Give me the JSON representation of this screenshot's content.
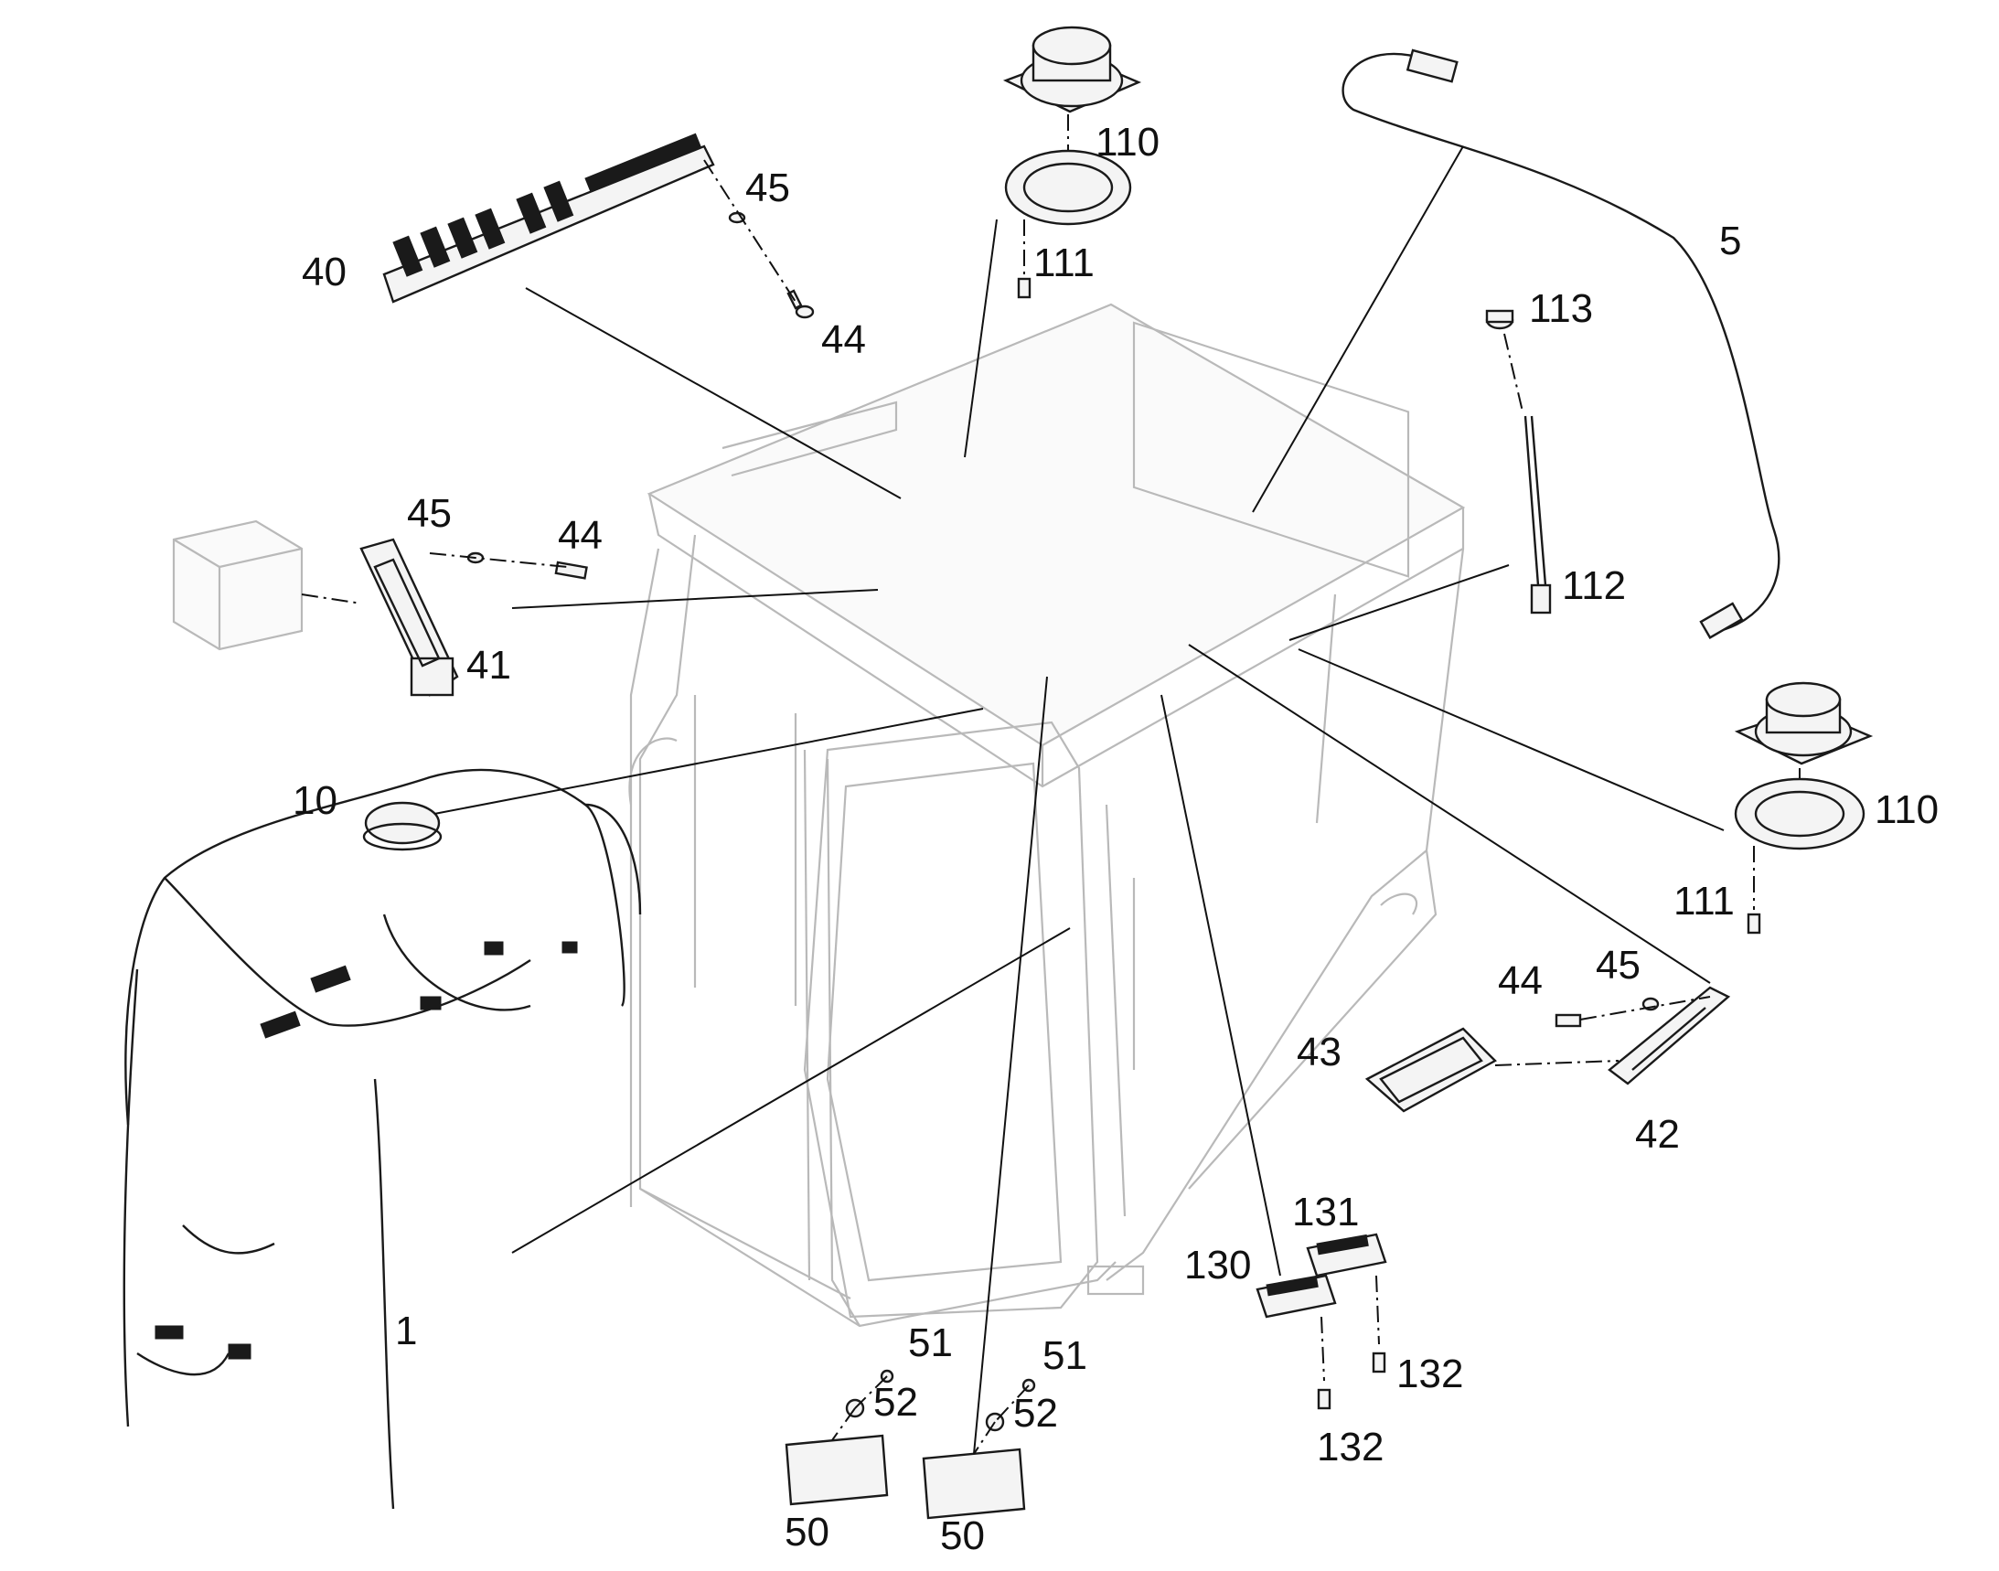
{
  "labels": {
    "l1": "1",
    "l5": "5",
    "l10": "10",
    "l40": "40",
    "l41": "41",
    "l42": "42",
    "l43": "43",
    "l44a": "44",
    "l44b": "44",
    "l44c": "44",
    "l45a": "45",
    "l45b": "45",
    "l45c": "45",
    "l50a": "50",
    "l50b": "50",
    "l51a": "51",
    "l51b": "51",
    "l52a": "52",
    "l52b": "52",
    "l110a": "110",
    "l110b": "110",
    "l111a": "111",
    "l111b": "111",
    "l112": "112",
    "l113": "113",
    "l130": "130",
    "l131": "131",
    "l132a": "132",
    "l132b": "132"
  }
}
